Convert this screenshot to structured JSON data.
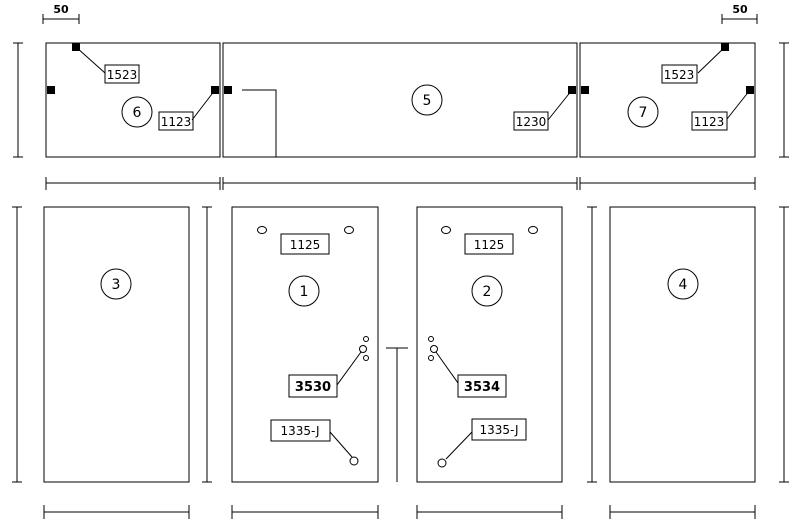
{
  "dimensions": {
    "left": "50",
    "right": "50"
  },
  "panels": {
    "p1": "1",
    "p2": "2",
    "p3": "3",
    "p4": "4",
    "p5": "5",
    "p6": "6",
    "p7": "7"
  },
  "codes": {
    "p6_top": "1523",
    "p6_right": "1123",
    "p5_right": "1230",
    "p7_top": "1523",
    "p7_right": "1123",
    "p1_top": "1125",
    "p2_top": "1125",
    "p1_mid": "3530",
    "p2_mid": "3534",
    "p1_bottom": "1335-J",
    "p2_bottom": "1335-J"
  }
}
